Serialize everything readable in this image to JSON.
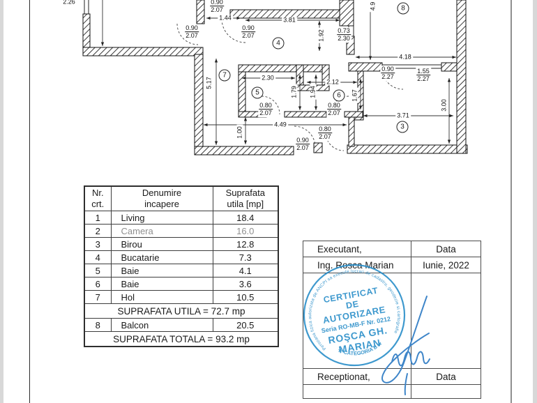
{
  "colors": {
    "stamp-blue": "#2a8ec9",
    "signature-blue": "#3f86c9",
    "muted-text": "#8f8f8f"
  },
  "plan": {
    "rooms": {
      "r3": "3",
      "r4": "4",
      "r5": "5",
      "r6": "6",
      "r7": "7",
      "r8": "8"
    },
    "dims": {
      "top_cut": "2.26",
      "d1": "1.44",
      "d2": "3.81",
      "d3": "4.18",
      "d4": "2.30",
      "d5": "2.12",
      "d6": "3.71",
      "d7": "4.49",
      "v1": "4.9",
      "v2": "1.92",
      "v3": "5.17",
      "v4": "1.79",
      "v5": "1.94",
      "v6": "1.67",
      "v7": "3.00",
      "v8": "1.00"
    },
    "doors": {
      "f1": {
        "w": "0.90",
        "h": "2.07"
      },
      "f2": {
        "w": "0.90",
        "h": "2.07"
      },
      "f3": {
        "w": "0.90",
        "h": "2.07"
      },
      "f4": {
        "w": "0.73",
        "h": "2.30"
      },
      "f5": {
        "w": "0.90",
        "h": "2.27"
      },
      "f6": {
        "w": "1.55",
        "h": "2.27"
      },
      "f7": {
        "w": "0.80",
        "h": "2.07"
      },
      "f8": {
        "w": "0.80",
        "h": "2.07"
      },
      "f9": {
        "w": "0.80",
        "h": "2.07"
      },
      "f10": {
        "w": "0.90",
        "h": "2.07"
      }
    }
  },
  "area_table": {
    "header": {
      "c1a": "Nr.",
      "c1b": "crt.",
      "c2a": "Denumire",
      "c2b": "incapere",
      "c3a": "Suprafata",
      "c3b": "utila [mp]"
    },
    "rows": [
      {
        "nr": "1",
        "name": "Living",
        "area": "18.4"
      },
      {
        "nr": "2",
        "name": "Camera",
        "area": "16.0"
      },
      {
        "nr": "3",
        "name": "Birou",
        "area": "12.8"
      },
      {
        "nr": "4",
        "name": "Bucatarie",
        "area": "7.3"
      },
      {
        "nr": "5",
        "name": "Baie",
        "area": "4.1"
      },
      {
        "nr": "6",
        "name": "Baie",
        "area": "3.6"
      },
      {
        "nr": "7",
        "name": "Hol",
        "area": "10.5"
      }
    ],
    "subtotal": "SUPRAFATA UTILA = 72.7 mp",
    "balcony": {
      "nr": "8",
      "name": "Balcon",
      "area": "20.5"
    },
    "total": "SUPRAFATA TOTALA = 93.2 mp"
  },
  "sign_table": {
    "executant_label": "Executant,",
    "executant_data_label": "Data",
    "executant_name": "Ing. Rosca Marian",
    "executant_date": "Iunie, 2022",
    "receptionat_label": "Receptionat,",
    "receptionat_data_label": "Data"
  },
  "stamp": {
    "ring_text": "Persoana fizica autorizata de ANCPI sa execute lucrari de cadastru, geodezie si cartografie",
    "category_text": "★  CATEGORIA B  ★",
    "line1": "CERTIFICAT",
    "line2": "DE",
    "line3": "AUTORIZARE",
    "line4": "Seria RO-MB-F Nr. 0212",
    "line5": "ROŞCA GH.",
    "line6": "MARIAN"
  }
}
